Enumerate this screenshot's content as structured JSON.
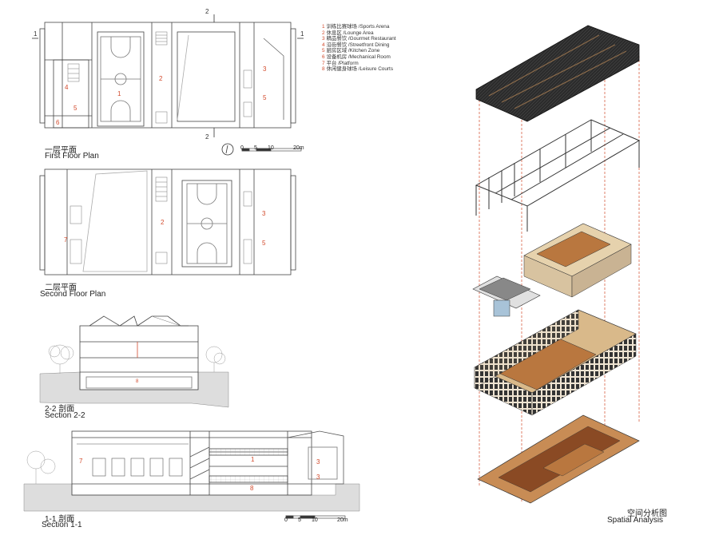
{
  "legend": [
    {
      "num": "1",
      "text": "训练比赛球场 /Sports Arena"
    },
    {
      "num": "2",
      "text": "休息区 /Lounge Area"
    },
    {
      "num": "3",
      "text": "精品餐饮 /Gourmet Restaurant"
    },
    {
      "num": "4",
      "text": "沿街餐饮 /Streetfront Dining"
    },
    {
      "num": "5",
      "text": "厨房区域 /Kitchen Zone"
    },
    {
      "num": "6",
      "text": "设备机房 /Mechanical Room"
    },
    {
      "num": "7",
      "text": "平台 /Platform"
    },
    {
      "num": "8",
      "text": "休闲健身球场 /Leisure Courts"
    }
  ],
  "first_floor": {
    "title_cn": "一层平面",
    "title_en": "First Floor Plan"
  },
  "second_floor": {
    "title_cn": "二层平面",
    "title_en": "Second Floor Plan"
  },
  "section22": {
    "title_cn": "2-2 剖面",
    "title_en": "Section 2-2"
  },
  "section11": {
    "title_cn": "1-1 剖面",
    "title_en": "Section 1-1"
  },
  "spatial": {
    "title_cn": "空间分析图",
    "title_en": "Spatial Analysis"
  },
  "scale": {
    "t0": "0",
    "t1": "5",
    "t2": "10",
    "t3": "20m"
  },
  "marks": {
    "one": "1",
    "two": "2"
  },
  "rooms_ff": {
    "r1": "1",
    "r2": "2",
    "r3": "3",
    "r4": "4",
    "r5a": "5",
    "r5b": "5",
    "r6": "6"
  },
  "rooms_sf": {
    "r2": "2",
    "r3": "3",
    "r5": "5",
    "r7": "7"
  },
  "rooms_s22": {
    "r8": "8"
  },
  "rooms_s11": {
    "r7": "7",
    "r1": "1",
    "r3a": "3",
    "r3b": "3",
    "r8": "8"
  },
  "colors": {
    "accent": "#d24a2c",
    "wood": "#b9773f",
    "dark": "#2c2c2c",
    "line": "#555555"
  }
}
